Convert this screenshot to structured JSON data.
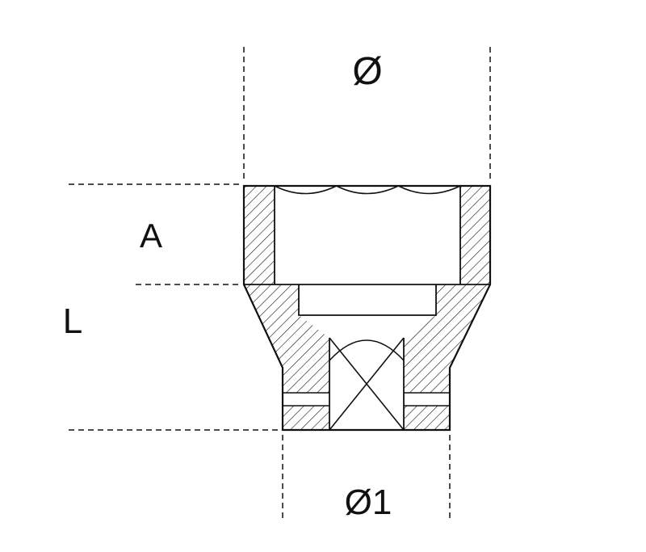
{
  "diagram": {
    "type": "technical-drawing",
    "labels": {
      "outer_diameter": "Ø",
      "head_depth": "A",
      "total_length": "L",
      "base_diameter": "Ø1"
    },
    "colors": {
      "line": "#111111",
      "background": "#ffffff"
    }
  }
}
